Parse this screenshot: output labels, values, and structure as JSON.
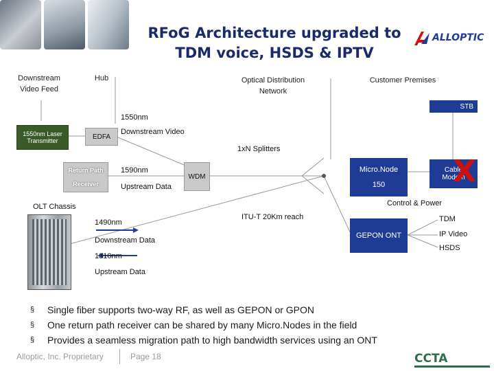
{
  "header": {
    "title_line1": "RFoG Architecture upgraded to",
    "title_line2": "TDM voice, HSDS & IPTV",
    "logo_text": "ALLOPTIC"
  },
  "columns": {
    "downstream_video_feed": [
      "Downstream",
      "Video Feed"
    ],
    "hub": "Hub",
    "optical_distribution": [
      "Optical Distribution",
      "Network"
    ],
    "customer_premises": "Customer Premises"
  },
  "diagram": {
    "laser_transmitter": [
      "1550nm Laser",
      "Transmitter"
    ],
    "edfa": "EDFA",
    "label_1550nm": "1550nm",
    "label_downstream_video": "Downstream Video",
    "splitters": "1xN Splitters",
    "return_path": "Return Path",
    "receiver": "Receiver",
    "label_1590nm": "1590nm",
    "label_upstream_data": "Upstream Data",
    "wdm": "WDM",
    "micronode": "Micro.Node",
    "micronode_num": "150",
    "stb": "STB",
    "cable_modem": [
      "Cable",
      "Modem"
    ],
    "x_mark": "X",
    "control_power": "Control & Power",
    "olt_chassis": "OLT Chassis",
    "itu_reach": "ITU-T 20Km reach",
    "gepon_ont": "GEPON ONT",
    "tdm": "TDM",
    "ip_video": "IP Video",
    "hsds": "HSDS",
    "label_1490nm": "1490nm",
    "label_downstream_data": "Downstream Data",
    "label_1310nm": "1310nm",
    "label_upstream_data2": "Upstream Data"
  },
  "bullets": [
    "Single fiber supports two-way RF, as well as GEPON or GPON",
    "One return path receiver can be shared by many Micro.Nodes in the field",
    "Provides a seamless migration path to high bandwidth services using an ONT"
  ],
  "bullet_glyph": "§",
  "footer": {
    "company": "Alloptic, Inc. Proprietary",
    "page": "Page 18",
    "ccta": "CCTA"
  },
  "colors": {
    "title": "#1a2a6c",
    "blue_box": "#1f3c94",
    "gray_box": "#c9c9c9",
    "laser_box": "#3a5a28",
    "x_mark": "#cc1111"
  }
}
